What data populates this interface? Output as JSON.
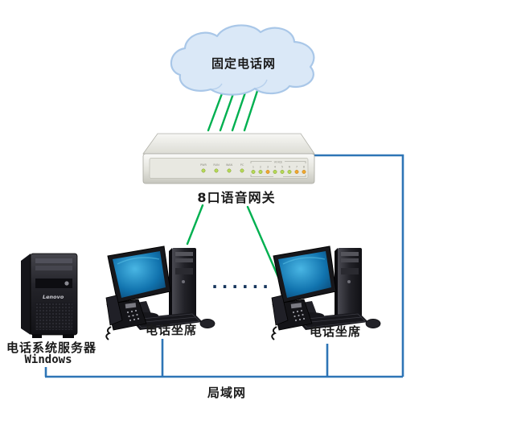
{
  "colors": {
    "line_green": "#00B050",
    "line_blue": "#2E75B6",
    "dots_navy": "#17365D",
    "cloud_fill": "#DAE8F7",
    "cloud_stroke": "#A9C7E8",
    "label_text": "#1A1A1A",
    "led_green": "#B6D957",
    "led_orange": "#F0A830"
  },
  "cloud": {
    "label": "固定电话网"
  },
  "gateway": {
    "label": "8口语音网关",
    "panel": {
      "status_leds": [
        "PWR",
        "RUN",
        "WAN",
        "PC"
      ],
      "voice_section_label": "VOICE",
      "voice_ports": [
        "1",
        "2",
        "3",
        "4",
        "5",
        "6",
        "7",
        "8"
      ]
    }
  },
  "workstations": {
    "left_label": "电话坐席",
    "right_label": "电话坐席",
    "separator_dots": "......"
  },
  "server": {
    "brand": "Lenovo",
    "label_line1": "电话系统服务器",
    "label_line2": "Windows"
  },
  "lan": {
    "label": "局域网"
  }
}
